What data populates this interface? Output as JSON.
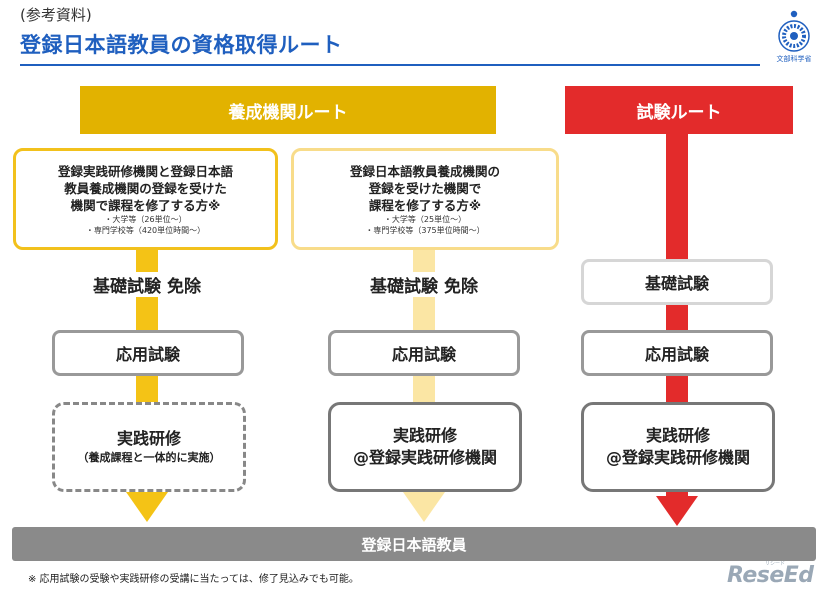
{
  "header": {
    "ref_label": "(参考資料)",
    "title": "登録日本語教員の資格取得ルート",
    "ministry_name": "文部科学省"
  },
  "routes": {
    "training_label": "養成機関ルート",
    "exam_label": "試験ルート"
  },
  "columns": [
    {
      "desc_lines": [
        "登録実践研修機関と登録日本語",
        "教員養成機関の登録を受けた",
        "機関で課程を修了する方※"
      ],
      "notes": [
        "・大学等（26単位～）",
        "・専門学校等（420単位時間～）"
      ],
      "basic": "基礎試験 免除",
      "applied": "応用試験",
      "practice_title": "実践研修",
      "practice_sub": "（養成課程と一体的に実施）"
    },
    {
      "desc_lines": [
        "登録日本語教員養成機関の",
        "登録を受けた機関で",
        "課程を修了する方※"
      ],
      "notes": [
        "・大学等（25単位～）",
        "・専門学校等（375単位時間～）"
      ],
      "basic": "基礎試験 免除",
      "applied": "応用試験",
      "practice_title": "実践研修",
      "practice_sub": "@登録実践研修機関"
    },
    {
      "basic": "基礎試験",
      "applied": "応用試験",
      "practice_title": "実践研修",
      "practice_sub": "@登録実践研修機関"
    }
  ],
  "result": "登録日本語教員",
  "footnote": "※ 応用試験の受験や実践研修の受講に当たっては、修了見込みでも可能。",
  "watermark": {
    "logo": "ReseEd",
    "kana": "リシード"
  },
  "colors": {
    "title_blue": "#1f5fbf",
    "training_gold": "#e2b200",
    "training_gold_light": "#fbe6a4",
    "exam_red": "#e32b2b",
    "result_gray": "#8a8a8a"
  }
}
